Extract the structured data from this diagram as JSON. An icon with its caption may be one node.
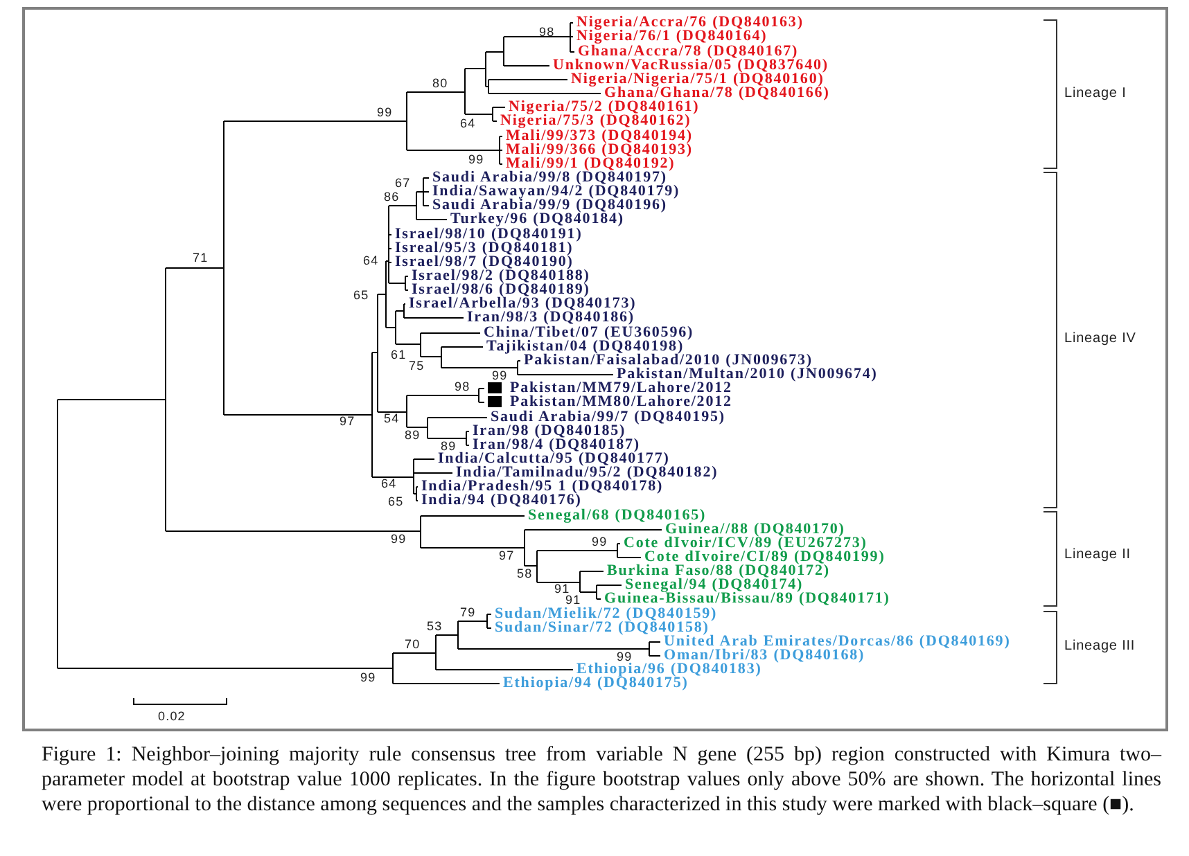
{
  "diagram": {
    "caption": "Figure 1: Neighbor–joining majority rule consensus tree from variable N gene (255 bp) region constructed with Kimura two–parameter model at bootstrap value 1000 replicates. In the figure bootstrap values only above 50% are shown. The horizontal lines were proportional to the distance among sequences and the samples characterized in this study were marked with black–square (■).",
    "labels": [
      "Nigeria/Accra/76 (DQ840163)",
      "98",
      "Nigeria/76/1 (DQ840164)",
      "Ghana/Accra/78 (DQ840167)",
      "Unknown/VacRussia/05 (DQ837640)",
      "Nigeria/Nigeria/75/1 (DQ840160)",
      "80",
      "Ghana/Ghana/78 (DQ840166)",
      "Lineage I",
      "Nigeria/75/2 (DQ840161)",
      "99",
      "Nigeria/75/3 (DQ840162)",
      "64",
      "Mali/99/373 (DQ840194)",
      "Mali/99/366 (DQ840193)",
      "99",
      "Mali/99/1 (DQ840192)",
      "Saudi Arabia/99/8 (DQ840197)",
      "67",
      "India/Sawayan/94/2 (DQ840179)",
      "86",
      "Saudi Arabia/99/9 (DQ840196)",
      "Turkey/96 (DQ840184)",
      "Israel/98/10 (DQ840191)",
      "Isreal/95/3 (DQ840181)",
      "71",
      "64",
      "Israel/98/7 (DQ840190)",
      "Israel/98/2 (DQ840188)",
      "Israel/98/6 (DQ840189)",
      "65",
      "Israel/Arbella/93 (DQ840173)",
      "Iran/98/3 (DQ840186)",
      "China/Tibet/07 (EU360596)",
      "Lineage IV",
      "Tajikistan/04 (DQ840198)",
      "61",
      "Pakistan/Faisalabad/2010 (JN009673)",
      "75",
      "99",
      "Pakistan/Multan/2010 (JN009674)",
      "98",
      "Pakistan/MM79/Lahore/2012",
      "Pakistan/MM80/Lahore/2012",
      "97",
      "54",
      "Saudi Arabia/99/7 (DQ840195)",
      "89",
      "Iran/98 (DQ840185)",
      "89",
      "Iran/98/4 (DQ840187)",
      "India/Calcutta/95 (DQ840177)",
      "India/Tamilnadu/95/2 (DQ840182)",
      "64",
      "India/Pradesh/95 1 (DQ840178)",
      "65",
      "India/94 (DQ840176)",
      "Senegal/68 (DQ840165)",
      "Guinea//88 (DQ840170)",
      "99",
      "99",
      "Cote dIvoir/ICV/89 (EU267273)",
      "97",
      "Cote dIvoire/CI/89 (DQ840199)",
      "Lineage II",
      "58",
      "Burkina Faso/88 (DQ840172)",
      "91",
      "Senegal/94 (DQ840174)",
      "91",
      "Guinea-Bissau/Bissau/89 (DQ840171)",
      "79",
      "Sudan/Mielik/72 (DQ840159)",
      "53",
      "Sudan/Sinar/72 (DQ840158)",
      "70",
      "United Arab Emirates/Dorcas/86 (DQ840169)",
      "Lineage III",
      "99",
      "Oman/Ibri/83 (DQ840168)",
      "Ethiopia/96 (DQ840183)",
      "99",
      "Ethiopia/94 (DQ840175)",
      "0.02"
    ]
  }
}
